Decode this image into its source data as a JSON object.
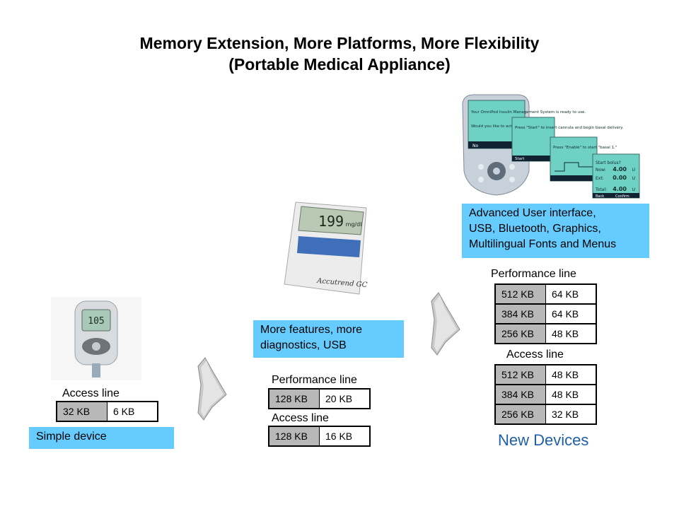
{
  "title_line1": "Memory Extension, More Platforms, More Flexibility",
  "title_line2": "(Portable Medical Appliance)",
  "simple": {
    "access_label": "Access line",
    "access_rows": [
      [
        "32 KB",
        "6 KB"
      ]
    ],
    "caption": "Simple device"
  },
  "mid": {
    "caption_line1": "More features, more",
    "caption_line2": "diagnostics, USB",
    "perf_label": "Performance line",
    "perf_rows": [
      [
        "128 KB",
        "20 KB"
      ]
    ],
    "access_label": "Access line",
    "access_rows": [
      [
        "128 KB",
        "16 KB"
      ]
    ]
  },
  "adv": {
    "caption_line1": "Advanced User interface,",
    "caption_line2": "USB, Bluetooth, Graphics,",
    "caption_line3": "Multilingual Fonts and Menus",
    "perf_label": "Performance line",
    "perf_rows": [
      [
        "512 KB",
        "64 KB"
      ],
      [
        "384 KB",
        "64 KB"
      ],
      [
        "256 KB",
        "48 KB"
      ]
    ],
    "access_label": "Access line",
    "access_rows": [
      [
        "512 KB",
        "48 KB"
      ],
      [
        "384 KB",
        "48 KB"
      ],
      [
        "256 KB",
        "32 KB"
      ]
    ],
    "footer": "New Devices"
  },
  "device_screens": {
    "simple_reading": "105",
    "accutrend_reading": "199",
    "accutrend_unit": "mg/dl",
    "accutrend_brand": "Accutrend GC",
    "pod_screen1": "Your OmniPod Insulin Management System is ready to use.",
    "pod_screen1_q": "Would you like to activate a pod now?",
    "pod_screen2": "Press \"Start\" to insert cannula and begin basal delivery.",
    "pod_screen3": "Press \"Enable\" to start \"basal 1.\"",
    "pod_screen4_title": "Start bolus?",
    "pod_now": "Now:",
    "pod_now_val": "4.00",
    "pod_ext": "Ext:",
    "pod_ext_val": "0.00",
    "pod_total": "Total:",
    "pod_total_val": "4.00",
    "pod_unit": "U",
    "pod_btn_no": "No",
    "pod_btn_start": "Start",
    "pod_btn_back": "Back",
    "pod_btn_confirm": "Confirm"
  },
  "colors": {
    "caption_bg": "#66ccff",
    "cell_gray": "#b8b8b8",
    "footer_blue": "#1f5fa8"
  }
}
